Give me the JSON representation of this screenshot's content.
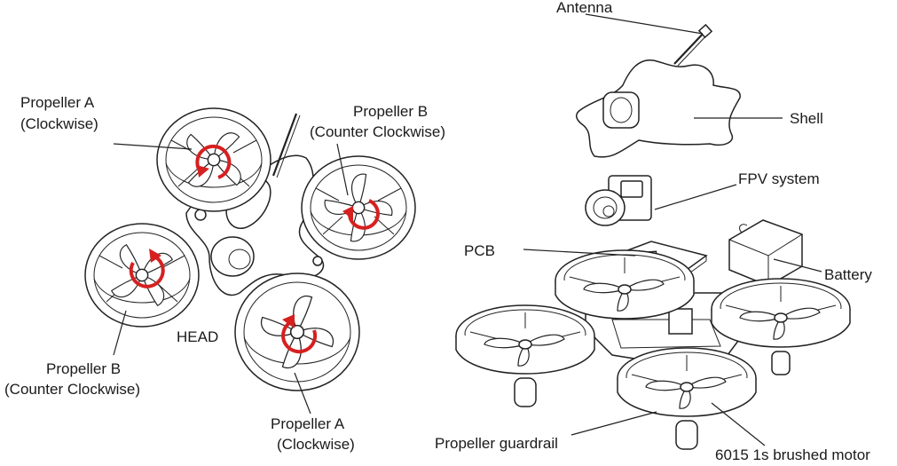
{
  "labels": {
    "prop_a_top": "Propeller A",
    "prop_a_top_dir": "(Clockwise)",
    "prop_b_top": "Propeller B",
    "prop_b_top_dir": "(Counter Clockwise)",
    "head": "HEAD",
    "prop_b_bottom": "Propeller B",
    "prop_b_bottom_dir": "(Counter Clockwise)",
    "prop_a_bottom": "Propeller A",
    "prop_a_bottom_dir": "(Clockwise)",
    "antenna": "Antenna",
    "shell": "Shell",
    "fpv": "FPV system",
    "pcb": "PCB",
    "battery": "Battery",
    "guardrail": "Propeller guardrail",
    "motor": "6015 1s brushed motor"
  },
  "colors": {
    "rotation_arrow": "#d62020",
    "line": "#222222"
  },
  "icons": [
    "clockwise-arrow-icon",
    "counter-clockwise-arrow-icon"
  ]
}
